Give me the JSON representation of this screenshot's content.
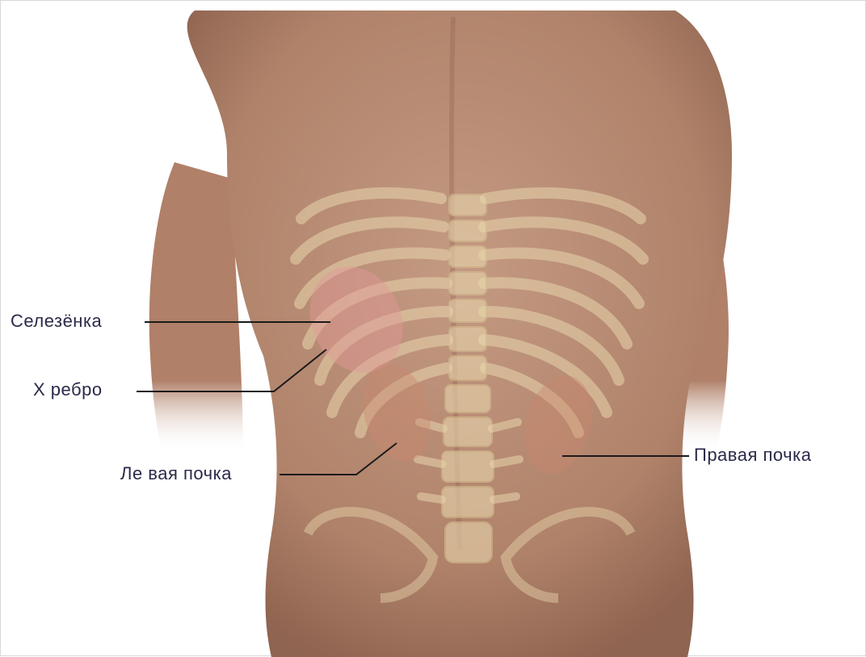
{
  "labels": {
    "spleen": "Селезёнка",
    "rib": "X ребро",
    "left_kidney": "Ле вая почка",
    "right_kidney": "Правая почка"
  },
  "colors": {
    "skin": "#b98a73",
    "skin_shadow": "#8f6450",
    "bone": "#e6d3a8",
    "spleen": "#e29a9a",
    "kidney": "#c9866c",
    "leader_line": "#1a1a1a"
  }
}
